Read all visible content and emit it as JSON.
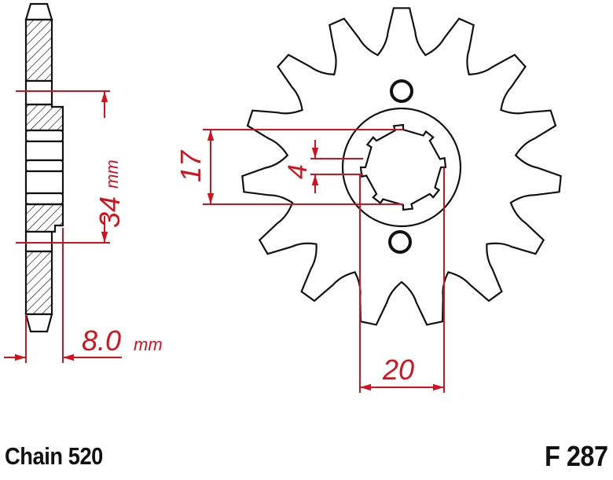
{
  "diagram": {
    "type": "front sprocket technical drawing",
    "colors": {
      "outline": "#111111",
      "dimension": "#d4121e",
      "background": "#ffffff"
    },
    "side_view": {
      "hub_diameter_value": "34",
      "hub_diameter_unit": "mm",
      "thickness_value": "8.0",
      "thickness_unit": "mm"
    },
    "front_view": {
      "teeth": 15,
      "spline_depth": "17",
      "spline_width": "4",
      "bore_width": "20"
    }
  },
  "footer": {
    "chain": "Chain 520",
    "part_number": "F 287"
  }
}
